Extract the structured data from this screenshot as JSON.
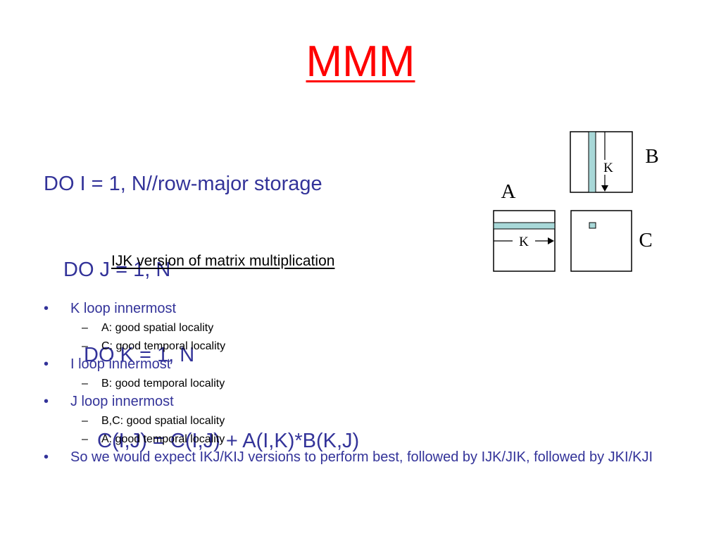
{
  "title": "MMM",
  "code_lines": [
    "DO I = 1, N//row-major storage",
    "DO J = 1, N",
    "DO K = 1, N",
    "C(I,J) = C(I,J) + A(I,K)*B(K,J)"
  ],
  "caption": "IJK version of matrix multiplication",
  "bullets": [
    {
      "marker": "•",
      "text": "K loop innermost",
      "sub": [
        {
          "marker": "–",
          "text": "A: good spatial locality"
        },
        {
          "marker": "–",
          "text": "C: good temporal locality"
        }
      ]
    },
    {
      "marker": "•",
      "text": "I loop innermost",
      "sub": [
        {
          "marker": "–",
          "text": "B: good temporal locality"
        }
      ]
    },
    {
      "marker": "•",
      "text": "J loop innermost",
      "sub": [
        {
          "marker": "–",
          "text": "B,C: good spatial locality"
        },
        {
          "marker": "–",
          "text": "A: good temporal locality"
        }
      ]
    },
    {
      "marker": "•",
      "text": "So we would expect IKJ/KIJ versions to perform best, followed by IJK/JIK, followed by JKI/KJI"
    }
  ],
  "diagram": {
    "matrix_b_label": "B",
    "matrix_a_label": "A",
    "matrix_c_label": "C",
    "b_arrow_label": "K",
    "a_arrow_label": "K",
    "highlight_color": "#a8d8d8",
    "stroke_color": "#000000"
  },
  "colors": {
    "title": "#ff0000",
    "body_text": "#333399",
    "sub_text": "#000000"
  }
}
